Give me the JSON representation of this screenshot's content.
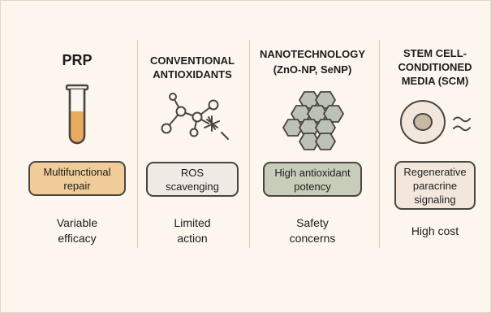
{
  "columns": [
    {
      "heading": [
        "PRP"
      ],
      "pill": [
        "Multifunctional",
        "repair"
      ],
      "outcome": [
        "Variable",
        "efficacy"
      ],
      "pill_color": "#f0cc98",
      "icon": "test-tube-icon"
    },
    {
      "heading": [
        "CONVENTIONAL",
        "ANTIOXIDANTS"
      ],
      "pill": [
        "ROS",
        "scavenging"
      ],
      "outcome": [
        "Limited",
        "action"
      ],
      "pill_color": "#efeae3",
      "icon": "molecule-icon"
    },
    {
      "heading": [
        "NANOTECHNOLOGY",
        "(ZnO-NP, SeNP)"
      ],
      "pill": [
        "High antioxidant",
        "potency"
      ],
      "outcome": [
        "Safety",
        "concerns"
      ],
      "pill_color": "#c6cdb8",
      "icon": "hexagon-lattice-icon"
    },
    {
      "heading": [
        "STEM CELL-",
        "CONDITIONED",
        "MEDIA (SCM)"
      ],
      "pill": [
        "Regenerative",
        "paracrine",
        "signaling"
      ],
      "outcome": [
        "High cost"
      ],
      "pill_color": "#f2e7da",
      "icon": "cell-icon"
    }
  ],
  "colors": {
    "background": "#fcf6ee",
    "outline": "#494541",
    "tube_fill": "#e8aa5c",
    "hex_fill": "#bcc2b5",
    "divider": "#d5cab9"
  }
}
